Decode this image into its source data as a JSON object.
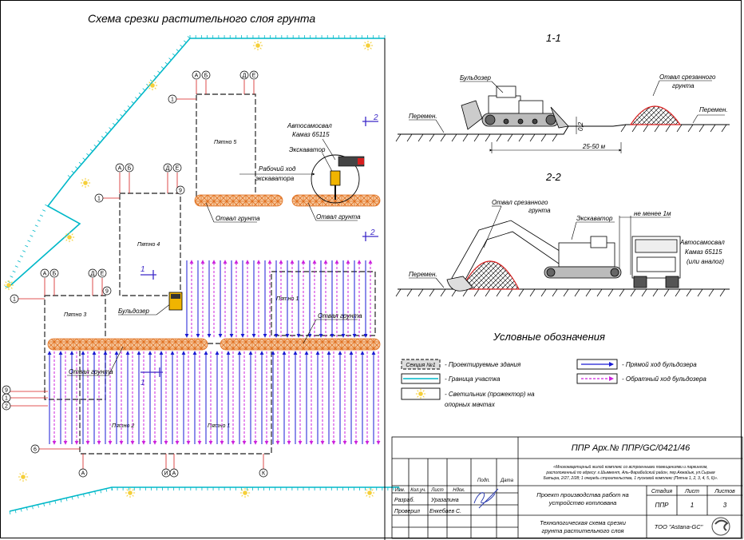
{
  "plan": {
    "title": "Схема срезки растительного слоя грунта",
    "spots": [
      "Пятно 5",
      "Пятно 4",
      "Пятно 3",
      "Пятно 2",
      "Пятно 1",
      "Пятно 1"
    ],
    "axes_top": [
      "А",
      "Б",
      "Д",
      "Е"
    ],
    "axes_mid": [
      "А",
      "Б",
      "Д",
      "Е"
    ],
    "axes_low": [
      "А",
      "Б",
      "Д",
      "Е"
    ],
    "axes_bottom": [
      "А",
      "И",
      "А",
      "К"
    ],
    "axes_left": [
      "1",
      "1",
      "1",
      "9",
      "1",
      "2",
      "6",
      "9",
      "9"
    ],
    "section_marks": [
      "2",
      "2",
      "1",
      "1"
    ],
    "labels": {
      "autosamosval": "Автосамосвал",
      "kamaz": "Камаз 65115",
      "excavator": "Экскаватор",
      "working_move": "Рабочий ход",
      "of_excavator": "экскаватора",
      "dump1": "Отвал грунта",
      "dump2": "Отвал грунта",
      "dump3": "Отвал грунта",
      "dump4": "Отвал грунта",
      "bulldozer": "Бульдозер"
    }
  },
  "section11": {
    "title": "1-1",
    "bulldozer": "Бульдозер",
    "dump_line1": "Отвал срезанного",
    "dump_line2": "грунта",
    "peremen_left": "Перемен.",
    "peremen_right": "Перемен.",
    "depth": "0,2",
    "distance": "25-50 м"
  },
  "section22": {
    "title": "2-2",
    "dump_line1": "Отвал срезанного",
    "dump_line2": "грунта",
    "excavator": "Экскаватор",
    "not_less": "не менее 1м",
    "truck": "Автосамосвал",
    "truck_model": "Камаз 65115",
    "truck_analog": "(или аналог)",
    "peremen": "Перемен."
  },
  "legend": {
    "title": "Условные обозначения",
    "section_box": "Секция №1",
    "items": [
      "- Проектируемые здания",
      "- Граница участка",
      "- Светильник (прожектор) на",
      "опорных мачтах",
      "- Прямой ход бульдозера",
      "- Обратный ход бульдозера"
    ]
  },
  "stamp": {
    "code": "ППР Арх.№ ППР/GC/0421/46",
    "description_line1": "«Многоквартирный жилой комплекс со встроенными помещениями и паркингом,",
    "description_line2": "расположенный по адресу: г.Шымкент, Аль-Фарабийский район, пер.Акжайык, ул.Сырым",
    "description_line3": "Батыра, 2/27, 2/28; 1 очередь строительства, 1 пусковой комплекс (Пятна 1, 2, 3, 4, 5, 6)».",
    "col_headers": [
      "Изм.",
      "Кол.уч.",
      "Лист",
      "Ндок.",
      "Подп.",
      "Дата"
    ],
    "role1": "Разраб.",
    "name1": "Уразалина",
    "role2": "Проверил",
    "name2": "Енкебаев С.",
    "project_line1": "Проект производства работ на",
    "project_line2": "устройство котлована",
    "stage_header": "Стадия",
    "sheet_header": "Лист",
    "sheets_header": "Листов",
    "stage": "ППР",
    "sheet": "1",
    "sheets": "3",
    "drawing_line1": "Технологическая схема срезки",
    "drawing_line2": "грунта растительного слоя",
    "company": "ТОО \"Astana-GC\""
  },
  "colors": {
    "line": "#000000",
    "boundary": "#00b8c8",
    "red": "#d61e1e",
    "dump_fill": "#e08a3a",
    "forward_arrow": "#1a1ad4",
    "return_arrow": "#cc22dd",
    "lamp": "#f5cf3a"
  },
  "icons": [
    "sun-lamp-icon",
    "bulldozer-icon",
    "excavator-icon",
    "dump-truck-icon",
    "company-logo-icon",
    "signature-icon"
  ]
}
